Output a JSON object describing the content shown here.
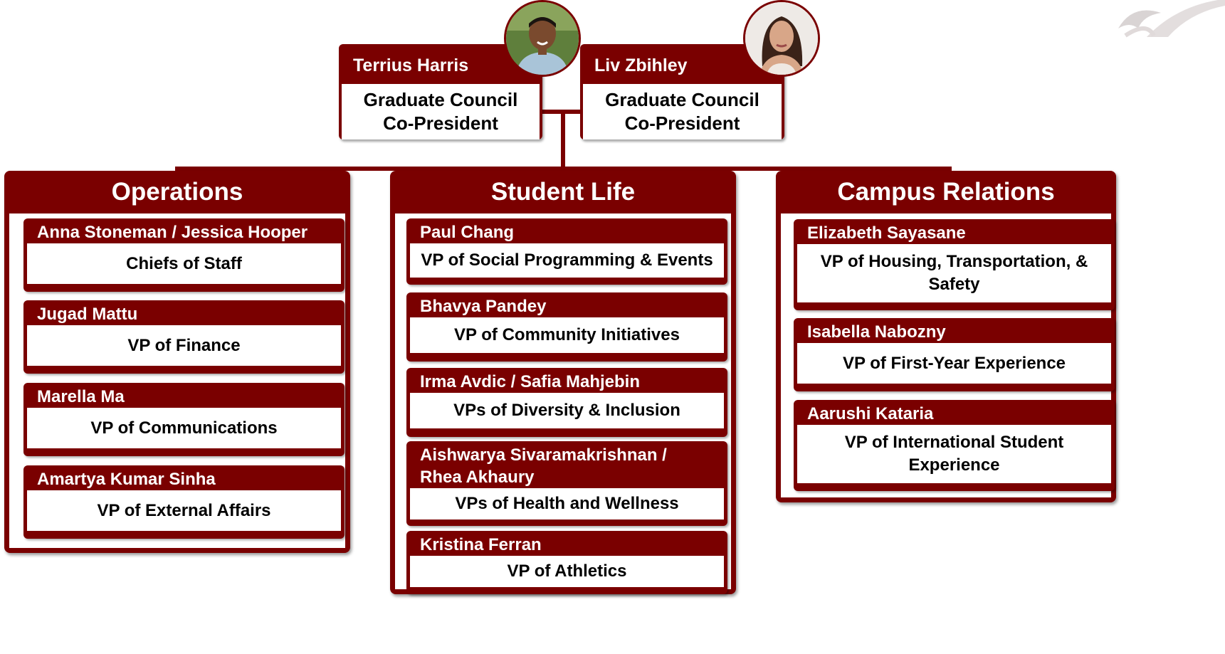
{
  "leaders": [
    {
      "name": "Terrius Harris",
      "title": "Graduate Council\nCo-President"
    },
    {
      "name": "Liv Zbihley",
      "title": "Graduate Council\nCo-President"
    }
  ],
  "departments": [
    {
      "title": "Operations",
      "roles": [
        {
          "name": "Anna Stoneman / Jessica Hooper",
          "title": "Chiefs of Staff"
        },
        {
          "name": "Jugad Mattu",
          "title": "VP of Finance"
        },
        {
          "name": "Marella Ma",
          "title": "VP of Communications"
        },
        {
          "name": "Amartya Kumar Sinha",
          "title": "VP of External Affairs"
        }
      ]
    },
    {
      "title": "Student Life",
      "roles": [
        {
          "name": "Paul Chang",
          "title": "VP of Social Programming & Events"
        },
        {
          "name": "Bhavya Pandey",
          "title": "VP of Community Initiatives"
        },
        {
          "name": "Irma Avdic / Safia Mahjebin",
          "title": "VPs of Diversity & Inclusion"
        },
        {
          "name": "Aishwarya Sivaramakrishnan  / Rhea Akhaury",
          "title": "VPs of Health and Wellness"
        },
        {
          "name": "Kristina Ferran",
          "title": "VP of Athletics"
        }
      ]
    },
    {
      "title": "Campus Relations",
      "roles": [
        {
          "name": "Elizabeth Sayasane",
          "title": "VP of Housing, Transportation, & Safety"
        },
        {
          "name": "Isabella Nabozny",
          "title": "VP of First-Year Experience"
        },
        {
          "name": "Aarushi Kataria",
          "title": "VP of International Student Experience"
        }
      ]
    }
  ],
  "colors": {
    "brand": "#7a0000",
    "background": "#ffffff"
  }
}
